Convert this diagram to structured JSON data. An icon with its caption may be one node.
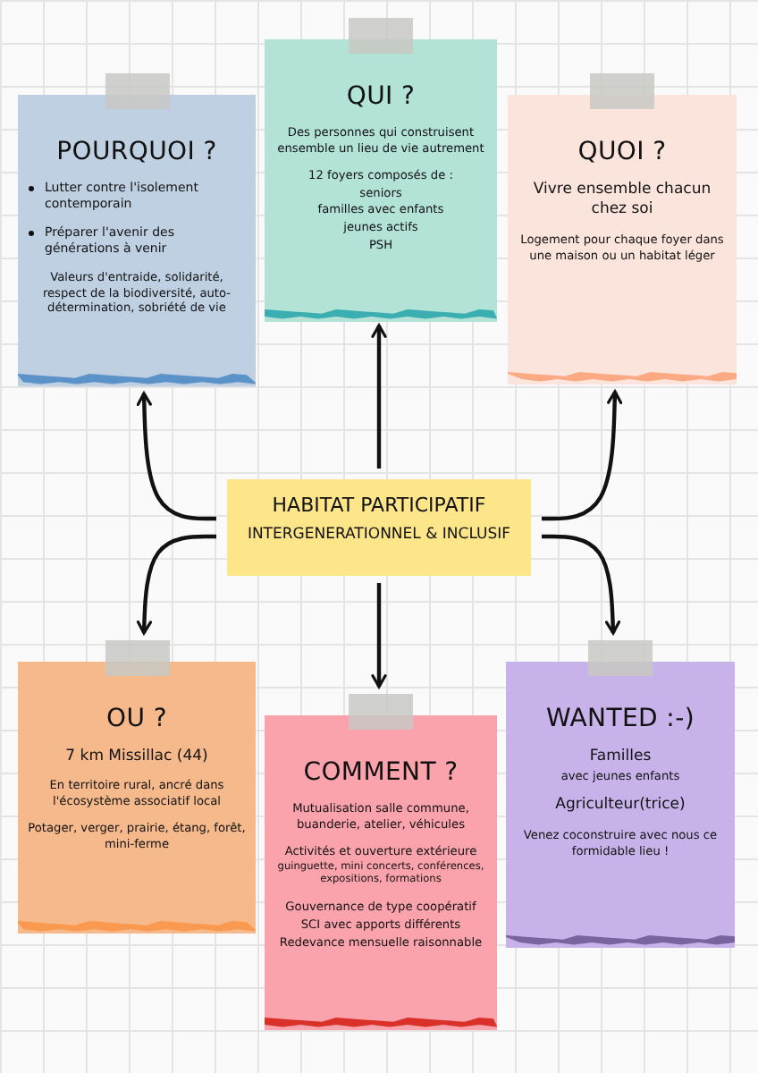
{
  "diagram": {
    "nodes": [
      {
        "text": [
          "HABITAT PARTICIPATIF",
          "INTERGENERATIONNEL & INCLUSIF"
        ]
      },
      {
        "text": [
          "POURQUOI ?",
          "Lutter contre l'isolement contemporain",
          "Préparer l'avenir des générations à venir",
          "Valeurs d'entraide, solidarité, respect de la biodiversité, auto-détermination, sobriété de vie"
        ]
      },
      {
        "text": [
          "QUI ?",
          "Des personnes qui construisent ensemble un lieu de vie autrement",
          "12 foyers composés de :",
          "seniors",
          "familles avec enfants",
          "jeunes actifs",
          "PSH"
        ]
      },
      {
        "text": [
          "QUOI ?",
          "Vivre ensemble chacun chez soi",
          "Logement pour chaque foyer dans une maison ou un habitat léger"
        ]
      },
      {
        "text": [
          "OU ?",
          "7 km Missillac (44)",
          "En territoire rural, ancré dans l'écosystème associatif local",
          "Potager, verger, prairie, étang, forêt, mini-ferme"
        ]
      },
      {
        "text": [
          "COMMENT ?",
          "Mutualisation salle commune, buanderie, atelier, véhicules",
          "Activités et ouverture extérieure",
          "guinguette, mini concerts, conférences, expositions, formations",
          "Gouvernance de type coopératif",
          "SCI avec apports différents",
          "Redevance mensuelle raisonnable"
        ]
      },
      {
        "text": [
          "WANTED :-)",
          "Familles",
          "avec jeunes enfants",
          "Agriculteur(trice)",
          "Venez coconstruire avec nous ce formidable lieu !"
        ]
      }
    ],
    "edges": [
      {
        "from": 0,
        "to": 1,
        "arrow": "to"
      },
      {
        "from": 0,
        "to": 2,
        "arrow": "to"
      },
      {
        "from": 0,
        "to": 3,
        "arrow": "to"
      },
      {
        "from": 0,
        "to": 4,
        "arrow": "to"
      },
      {
        "from": 0,
        "to": 5,
        "arrow": "to"
      },
      {
        "from": 0,
        "to": 6,
        "arrow": "to"
      }
    ]
  }
}
